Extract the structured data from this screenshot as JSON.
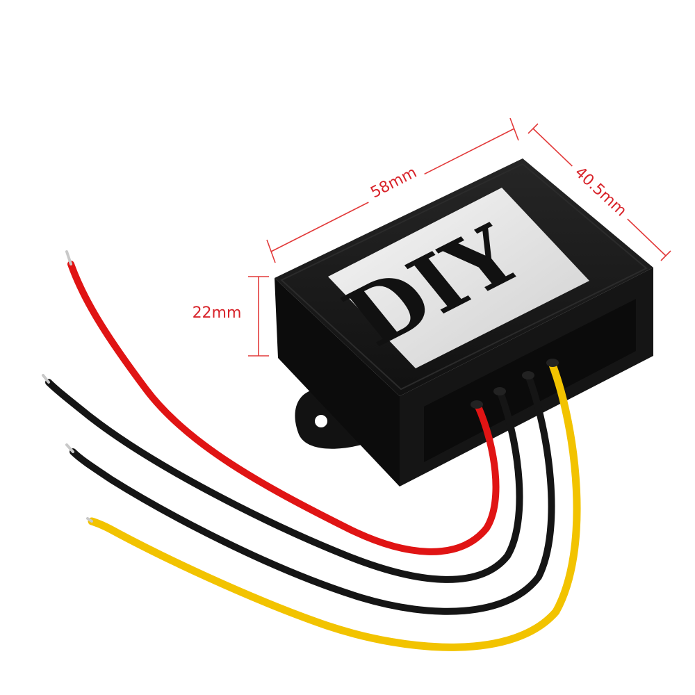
{
  "product": {
    "label_text": "DIY"
  },
  "dimensions": {
    "length": "58mm",
    "width": "40.5mm",
    "height": "22mm"
  },
  "colors": {
    "dimension_line": "#e23a3a",
    "dimension_text": "#d8232a",
    "housing": "#141414",
    "housing_side": "#0a0a0a",
    "label_panel": "#ececec",
    "wire_red": "#e01414",
    "wire_black": "#151515",
    "wire_yellow": "#f2c300",
    "copper_tip": "#c9c9c9"
  },
  "wires": [
    {
      "color": "red"
    },
    {
      "color": "black"
    },
    {
      "color": "black"
    },
    {
      "color": "yellow"
    }
  ]
}
